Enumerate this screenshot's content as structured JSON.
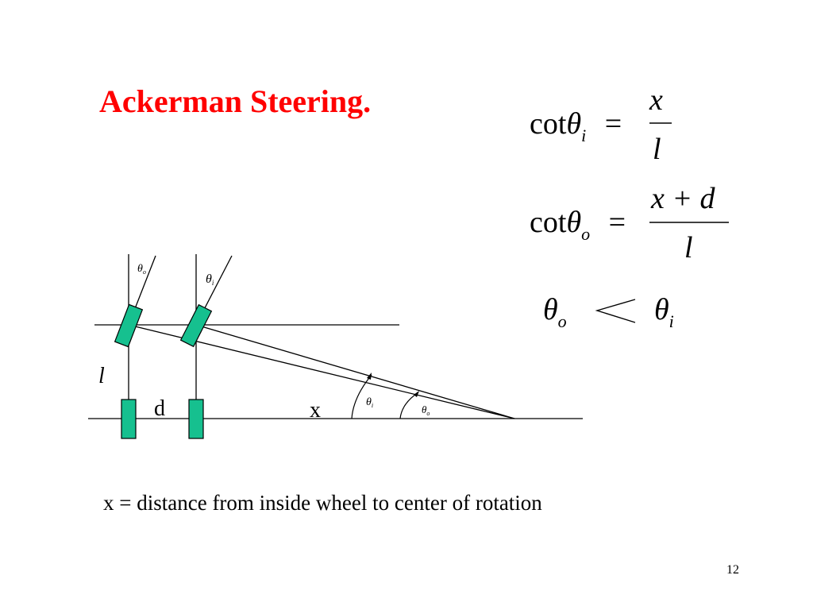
{
  "slide": {
    "title": "Ackerman Steering.",
    "caption": "x = distance from inside wheel to center of rotation",
    "page_number": "12"
  },
  "equations": {
    "eq1": {
      "func": "cot",
      "theta": "θ",
      "sub": "i",
      "equals": "=",
      "numerator": "x",
      "denominator": "l"
    },
    "eq2": {
      "func": "cot",
      "theta": "θ",
      "sub": "o",
      "equals": "=",
      "numerator": "x + d",
      "denominator": "l"
    },
    "inequality": {
      "left_theta": "θ",
      "left_sub": "o",
      "symbol": "<",
      "right_theta": "θ",
      "right_sub": "i"
    }
  },
  "diagram": {
    "labels": {
      "length": "l",
      "track": "d",
      "distance": "x",
      "theta": "θ",
      "sub_o": "o",
      "sub_i": "i"
    },
    "colors": {
      "wheel_fill": "#16c08f",
      "wheel_stroke": "#000000",
      "line": "#000000"
    }
  }
}
